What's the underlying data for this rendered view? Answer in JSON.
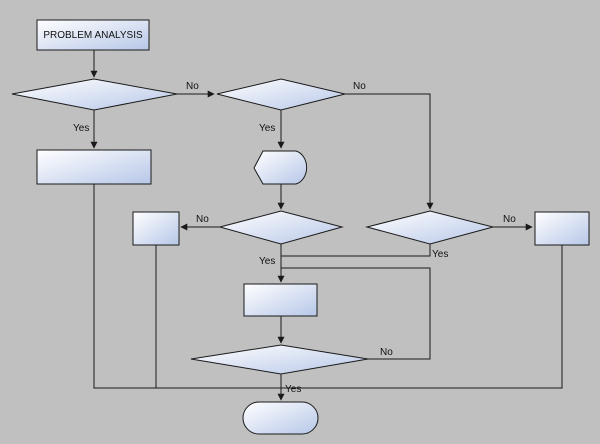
{
  "diagram": {
    "title_box": "PROBLEM ANALYSIS",
    "edge_labels": {
      "d1_no": "No",
      "d2_no": "No",
      "d1_yes": "Yes",
      "d2_yes": "Yes",
      "d3_no": "No",
      "d4_no": "No",
      "d3_yes": "Yes",
      "d4_yes": "Yes",
      "d5_no": "No",
      "d5_yes": "Yes"
    }
  },
  "colors": {
    "background": "#c0c0c0",
    "shape_fill_start": "#ffffff",
    "shape_fill_end": "#b7c7e8",
    "stroke": "#1a1a1a"
  }
}
